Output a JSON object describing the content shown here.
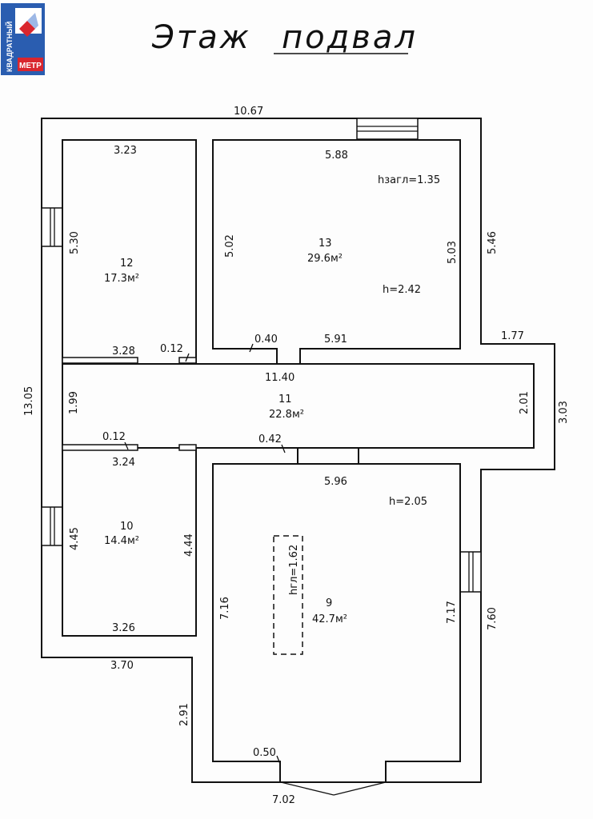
{
  "logo": {
    "line1": "КВАДРАТНЫЙ",
    "line2": "МЕТР",
    "colors": {
      "blue": "#2a5db0",
      "red": "#d9262e"
    }
  },
  "title": {
    "prefix": "Этаж",
    "value": "подвал"
  },
  "rooms": [
    {
      "number": "12",
      "area": "17.3м²"
    },
    {
      "number": "13",
      "area": "29.6м²"
    },
    {
      "number": "11",
      "area": "22.8м²"
    },
    {
      "number": "10",
      "area": "14.4м²"
    },
    {
      "number": "9",
      "area": "42.7м²"
    }
  ],
  "heights": {
    "h13": "h=2.42",
    "hzagl13": "hзагл=1.35",
    "h9": "h=2.05",
    "hgl9": "hгл=1.62"
  },
  "dims": {
    "top": "10.67",
    "r12_top": "3.23",
    "r13_top": "5.88",
    "r12_side": "5.30",
    "r13_left": "5.02",
    "r13_right": "5.03",
    "outer_right_upper": "5.46",
    "step_right": "1.77",
    "r13_bottom_left": "0.40",
    "r13_bottom_right": "5.91",
    "r12_bottom": "3.28",
    "partition_upper": "0.12",
    "corridor_len": "11.40",
    "outer_left": "13.05",
    "corridor_left": "1.99",
    "corridor_right": "2.01",
    "outer_right_mid": "3.03",
    "partition_lower": "0.12",
    "r10_top": "3.24",
    "r9_top_left": "0.42",
    "r9_top_right": "5.96",
    "r10_side": "4.45",
    "r10_right": "4.44",
    "r9_left": "7.16",
    "r9_right": "7.17",
    "outer_right_lower": "7.60",
    "r10_bottom": "3.26",
    "step_left": "3.70",
    "outer_left_lower": "2.91",
    "r9_bottom_left": "0.50",
    "bottom": "7.02"
  }
}
